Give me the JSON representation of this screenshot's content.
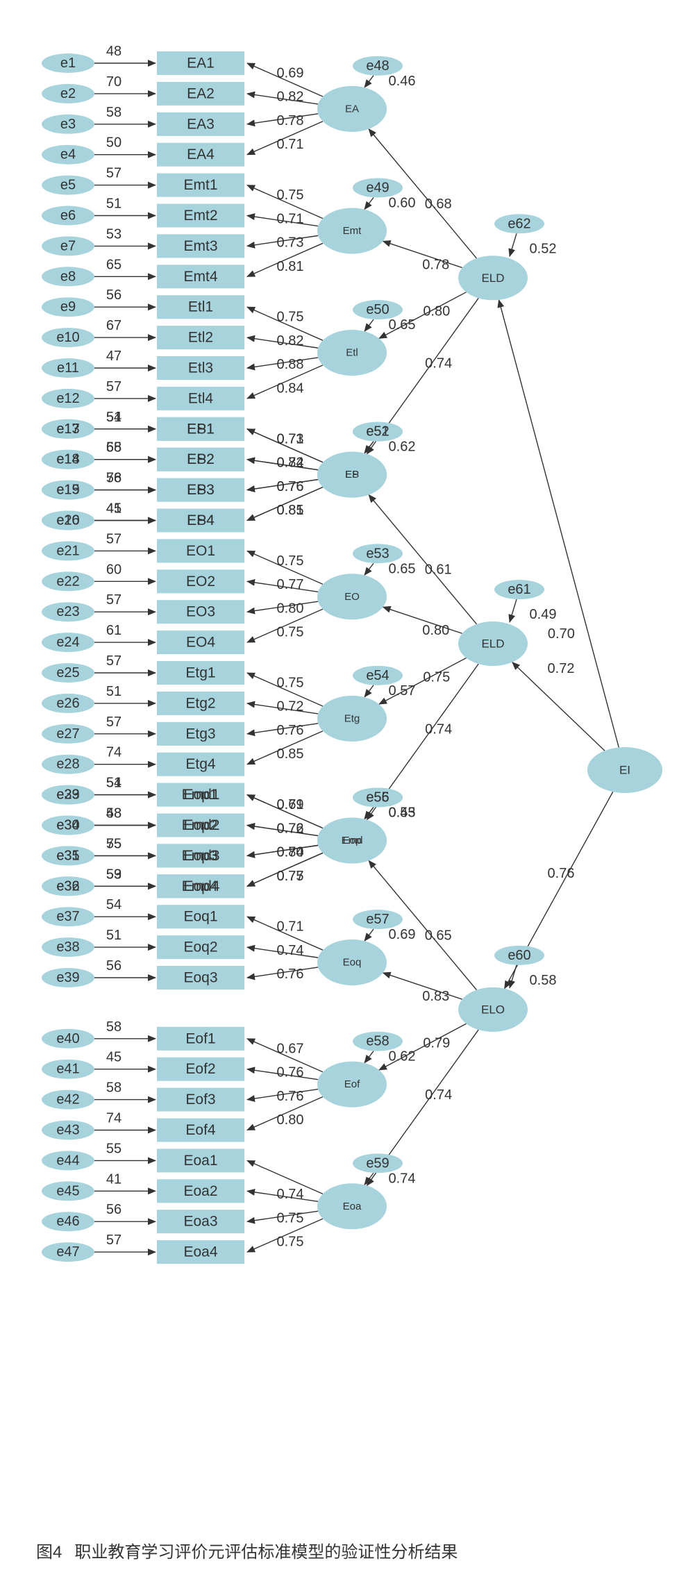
{
  "colors": {
    "fill": "#a6d3dc",
    "line": "#333333",
    "text": "#333333"
  },
  "groups": [
    {
      "latent": "EA",
      "latent_error": "e48",
      "latent_error_loading": "0.46",
      "indicators": [
        {
          "name": "EA1",
          "error": "e1",
          "error_value": "48",
          "loading": "0.69"
        },
        {
          "name": "EA2",
          "error": "e2",
          "error_value": "70",
          "loading": "0.82"
        },
        {
          "name": "EA3",
          "error": "e3",
          "error_value": "58",
          "loading": "0.78"
        },
        {
          "name": "EA4",
          "error": "e4",
          "error_value": "50",
          "loading": "0.71"
        }
      ]
    },
    {
      "latent": "Emt",
      "latent_error": "e49",
      "latent_error_loading": "0.60",
      "indicators": [
        {
          "name": "Emt1",
          "error": "e5",
          "error_value": "57",
          "loading": "0.75"
        },
        {
          "name": "Emt2",
          "error": "e6",
          "error_value": "51",
          "loading": "0.71"
        },
        {
          "name": "Emt3",
          "error": "e7",
          "error_value": "53",
          "loading": "0.73"
        },
        {
          "name": "Emt4",
          "error": "e8",
          "error_value": "65",
          "loading": "0.81"
        }
      ]
    },
    {
      "latent": "Etl",
      "latent_error": "e50",
      "latent_error_loading": "0.65",
      "indicators": [
        {
          "name": "Etl1",
          "error": "e9",
          "error_value": "56",
          "loading": "0.75"
        },
        {
          "name": "Etl2",
          "error": "e10",
          "error_value": "67",
          "loading": "0.82"
        },
        {
          "name": "Etl3",
          "error": "e11",
          "error_value": "47",
          "loading": "0.88"
        },
        {
          "name": "Etl4",
          "error": "e12",
          "error_value": "57",
          "loading": "0.84"
        }
      ]
    },
    {
      "latent": "ES",
      "latent_error": "e51",
      "latent_error_loading": "0.62",
      "indicators": [
        {
          "name": "ES1",
          "error": "e13",
          "error_value": "54",
          "loading": "0.73"
        },
        {
          "name": "ES2",
          "error": "e14",
          "error_value": "68",
          "loading": "0.82"
        },
        {
          "name": "ES3",
          "error": "e15",
          "error_value": "58",
          "loading": "0.76"
        },
        {
          "name": "ES4",
          "error": "e16",
          "error_value": "41",
          "loading": "0.81"
        }
      ]
    },
    {
      "latent": "EP",
      "latent_error": "e52",
      "latent_error_loading": "",
      "indicators": [
        {
          "name": "EP1",
          "error": "e17",
          "error_value": "51",
          "loading": "0.71"
        },
        {
          "name": "EP2",
          "error": "e18",
          "error_value": "55",
          "loading": "0.74"
        },
        {
          "name": "EP3",
          "error": "e19",
          "error_value": "76",
          "loading": "0.76"
        },
        {
          "name": "EP4",
          "error": "e20",
          "error_value": "45",
          "loading": "0.85"
        }
      ]
    },
    {
      "latent": "EO",
      "latent_error": "e53",
      "latent_error_loading": "0.65",
      "indicators": [
        {
          "name": "EO1",
          "error": "e21",
          "error_value": "57",
          "loading": "0.75"
        },
        {
          "name": "EO2",
          "error": "e22",
          "error_value": "60",
          "loading": "0.77"
        },
        {
          "name": "EO3",
          "error": "e23",
          "error_value": "57",
          "loading": "0.80"
        },
        {
          "name": "EO4",
          "error": "e24",
          "error_value": "61",
          "loading": "0.75"
        }
      ]
    },
    {
      "latent": "Etg",
      "latent_error": "e54",
      "latent_error_loading": "0.57",
      "indicators": [
        {
          "name": "Etg1",
          "error": "e25",
          "error_value": "57",
          "loading": "0.75"
        },
        {
          "name": "Etg2",
          "error": "e26",
          "error_value": "51",
          "loading": "0.72"
        },
        {
          "name": "Etg3",
          "error": "e27",
          "error_value": "57",
          "loading": "0.76"
        },
        {
          "name": "Etg4",
          "error": "e28",
          "error_value": "74",
          "loading": "0.85"
        }
      ]
    },
    {
      "latent": "Emd",
      "latent_error": "e55",
      "latent_error_loading": "0.55",
      "indicators": [
        {
          "name": "Emd1",
          "error": "e29",
          "error_value": "51",
          "loading": "0.71"
        },
        {
          "name": "Emd2",
          "error": "e30",
          "error_value": "58",
          "loading": "0.76"
        },
        {
          "name": "Emd3",
          "error": "e31",
          "error_value": "75",
          "loading": "0.80"
        },
        {
          "name": "Emd4",
          "error": "e32",
          "error_value": "53",
          "loading": "0.75"
        }
      ]
    },
    {
      "latent": "Eop",
      "latent_error": "e56",
      "latent_error_loading": "0.43",
      "indicators": [
        {
          "name": "Eop1",
          "error": "e33",
          "error_value": "54",
          "loading": "0.69"
        },
        {
          "name": "Eop2",
          "error": "e34",
          "error_value": "48",
          "loading": "0.72"
        },
        {
          "name": "Eop3",
          "error": "e35",
          "error_value": "55",
          "loading": "0.74"
        },
        {
          "name": "Eop4",
          "error": "e36",
          "error_value": "59",
          "loading": "0.77"
        }
      ]
    },
    {
      "latent": "Eoq",
      "latent_error": "e57",
      "latent_error_loading": "0.69",
      "indicators": [
        {
          "name": "Eoq1",
          "error": "e37",
          "error_value": "54",
          "loading": "0.71"
        },
        {
          "name": "Eoq2",
          "error": "e38",
          "error_value": "51",
          "loading": "0.74"
        },
        {
          "name": "Eoq3",
          "error": "e39",
          "error_value": "56",
          "loading": "0.76"
        }
      ]
    },
    {
      "latent": "Eof",
      "latent_error": "e58",
      "latent_error_loading": "0.62",
      "indicators": [
        {
          "name": "Eof1",
          "error": "e40",
          "error_value": "58",
          "loading": "0.67"
        },
        {
          "name": "Eof2",
          "error": "e41",
          "error_value": "45",
          "loading": "0.76"
        },
        {
          "name": "Eof3",
          "error": "e42",
          "error_value": "58",
          "loading": "0.76"
        },
        {
          "name": "Eof4",
          "error": "e43",
          "error_value": "74",
          "loading": "0.80"
        }
      ]
    },
    {
      "latent": "Eoa",
      "latent_error": "e59",
      "latent_error_loading": "0.74",
      "indicators": [
        {
          "name": "Eoa1",
          "error": "e44",
          "error_value": "55",
          "loading": ""
        },
        {
          "name": "Eoa2",
          "error": "e45",
          "error_value": "41",
          "loading": "0.74"
        },
        {
          "name": "Eoa3",
          "error": "e46",
          "error_value": "56",
          "loading": "0.75"
        },
        {
          "name": "Eoa4",
          "error": "e47",
          "error_value": "57",
          "loading": "0.75"
        }
      ]
    }
  ],
  "second_order": [
    {
      "name": "ELD",
      "error": "e62",
      "error_loading": "0.52",
      "loading_from_EI": "0.72",
      "loadings": [
        "0.68",
        "0.78",
        "0.80",
        "0.74"
      ]
    },
    {
      "name": "ELD",
      "error": "e61",
      "error_loading": "0.49",
      "loading_from_EI": "0.70",
      "loadings": [
        "0.61",
        "0.80",
        "0.75",
        "0.74"
      ]
    },
    {
      "name": "ELO",
      "error": "e60",
      "error_loading": "0.58",
      "loading_from_EI": "0.76",
      "loadings": [
        "0.65",
        "0.83",
        "0.79",
        "0.74"
      ]
    }
  ],
  "third_order": {
    "name": "EI"
  },
  "caption": {
    "figure": "图4",
    "title": "职业教育学习评价元评估标准模型的验证性分析结果"
  }
}
